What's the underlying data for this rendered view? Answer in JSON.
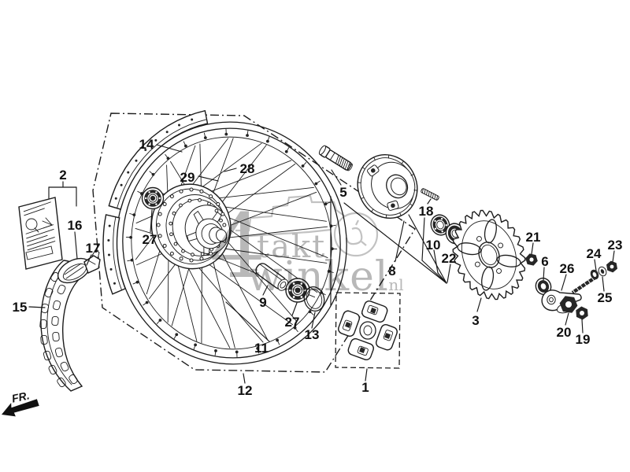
{
  "callouts": {
    "c1": "1",
    "c2": "2",
    "c3": "3",
    "c5": "5",
    "c6": "6",
    "c8": "8",
    "c9": "9",
    "c10": "10",
    "c11": "11",
    "c12": "12",
    "c13": "13",
    "c14": "14",
    "c15": "15",
    "c16": "16",
    "c17": "17",
    "c18": "18",
    "c19": "19",
    "c20": "20",
    "c21": "21",
    "c22": "22",
    "c23": "23",
    "c24": "24",
    "c25": "25",
    "c26": "26",
    "c27_upper": "27",
    "c27_lower": "27",
    "c28": "28",
    "c29": "29"
  },
  "direction_label": "FR.",
  "watermark": {
    "numeral": "4",
    "word_top": "takt",
    "word_bottom": "winkel",
    "suffix": ".nl"
  },
  "colors": {
    "line": "#1c1c1c",
    "watermark_gray": "#b8b8b8",
    "background": "#ffffff"
  }
}
